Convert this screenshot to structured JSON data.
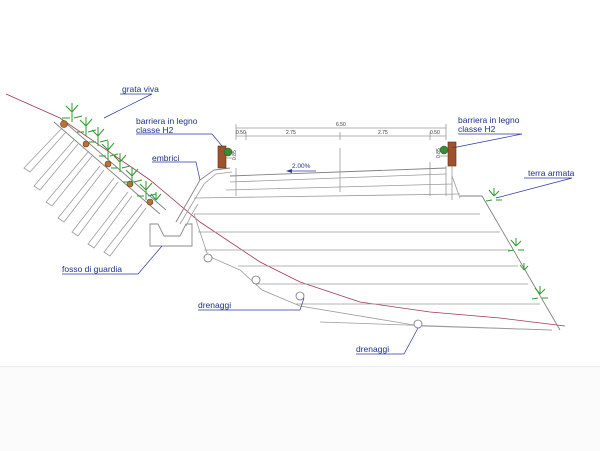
{
  "labels": {
    "grata_vivo": "grata viva",
    "barriera_left_line1": "barriera in legno",
    "barriera_left_line2": "classe H2",
    "barriera_right_line1": "barriera in legno",
    "barriera_right_line2": "classe H2",
    "embrici": "embrici",
    "terra_armata": "terra armata",
    "fosso_di_guardia": "fosso di guardia",
    "drenaggi_1": "drenaggi",
    "drenaggi_2": "drenaggi"
  },
  "dimensions": {
    "total": "6.50",
    "left_edge": "0.50",
    "lane_left": "2.75",
    "lane_right": "2.75",
    "right_edge": "0.50",
    "barrier_height_left": "0.85",
    "barrier_height_right": "0.85",
    "cross_slope": "2.00%"
  },
  "colors": {
    "label_text": "#1e2f86",
    "terrain_line": "#a03a55",
    "vegetation": "#2f9a2f",
    "barrier_wood": "#a0522d",
    "structure_line": "#9a9a9a"
  }
}
